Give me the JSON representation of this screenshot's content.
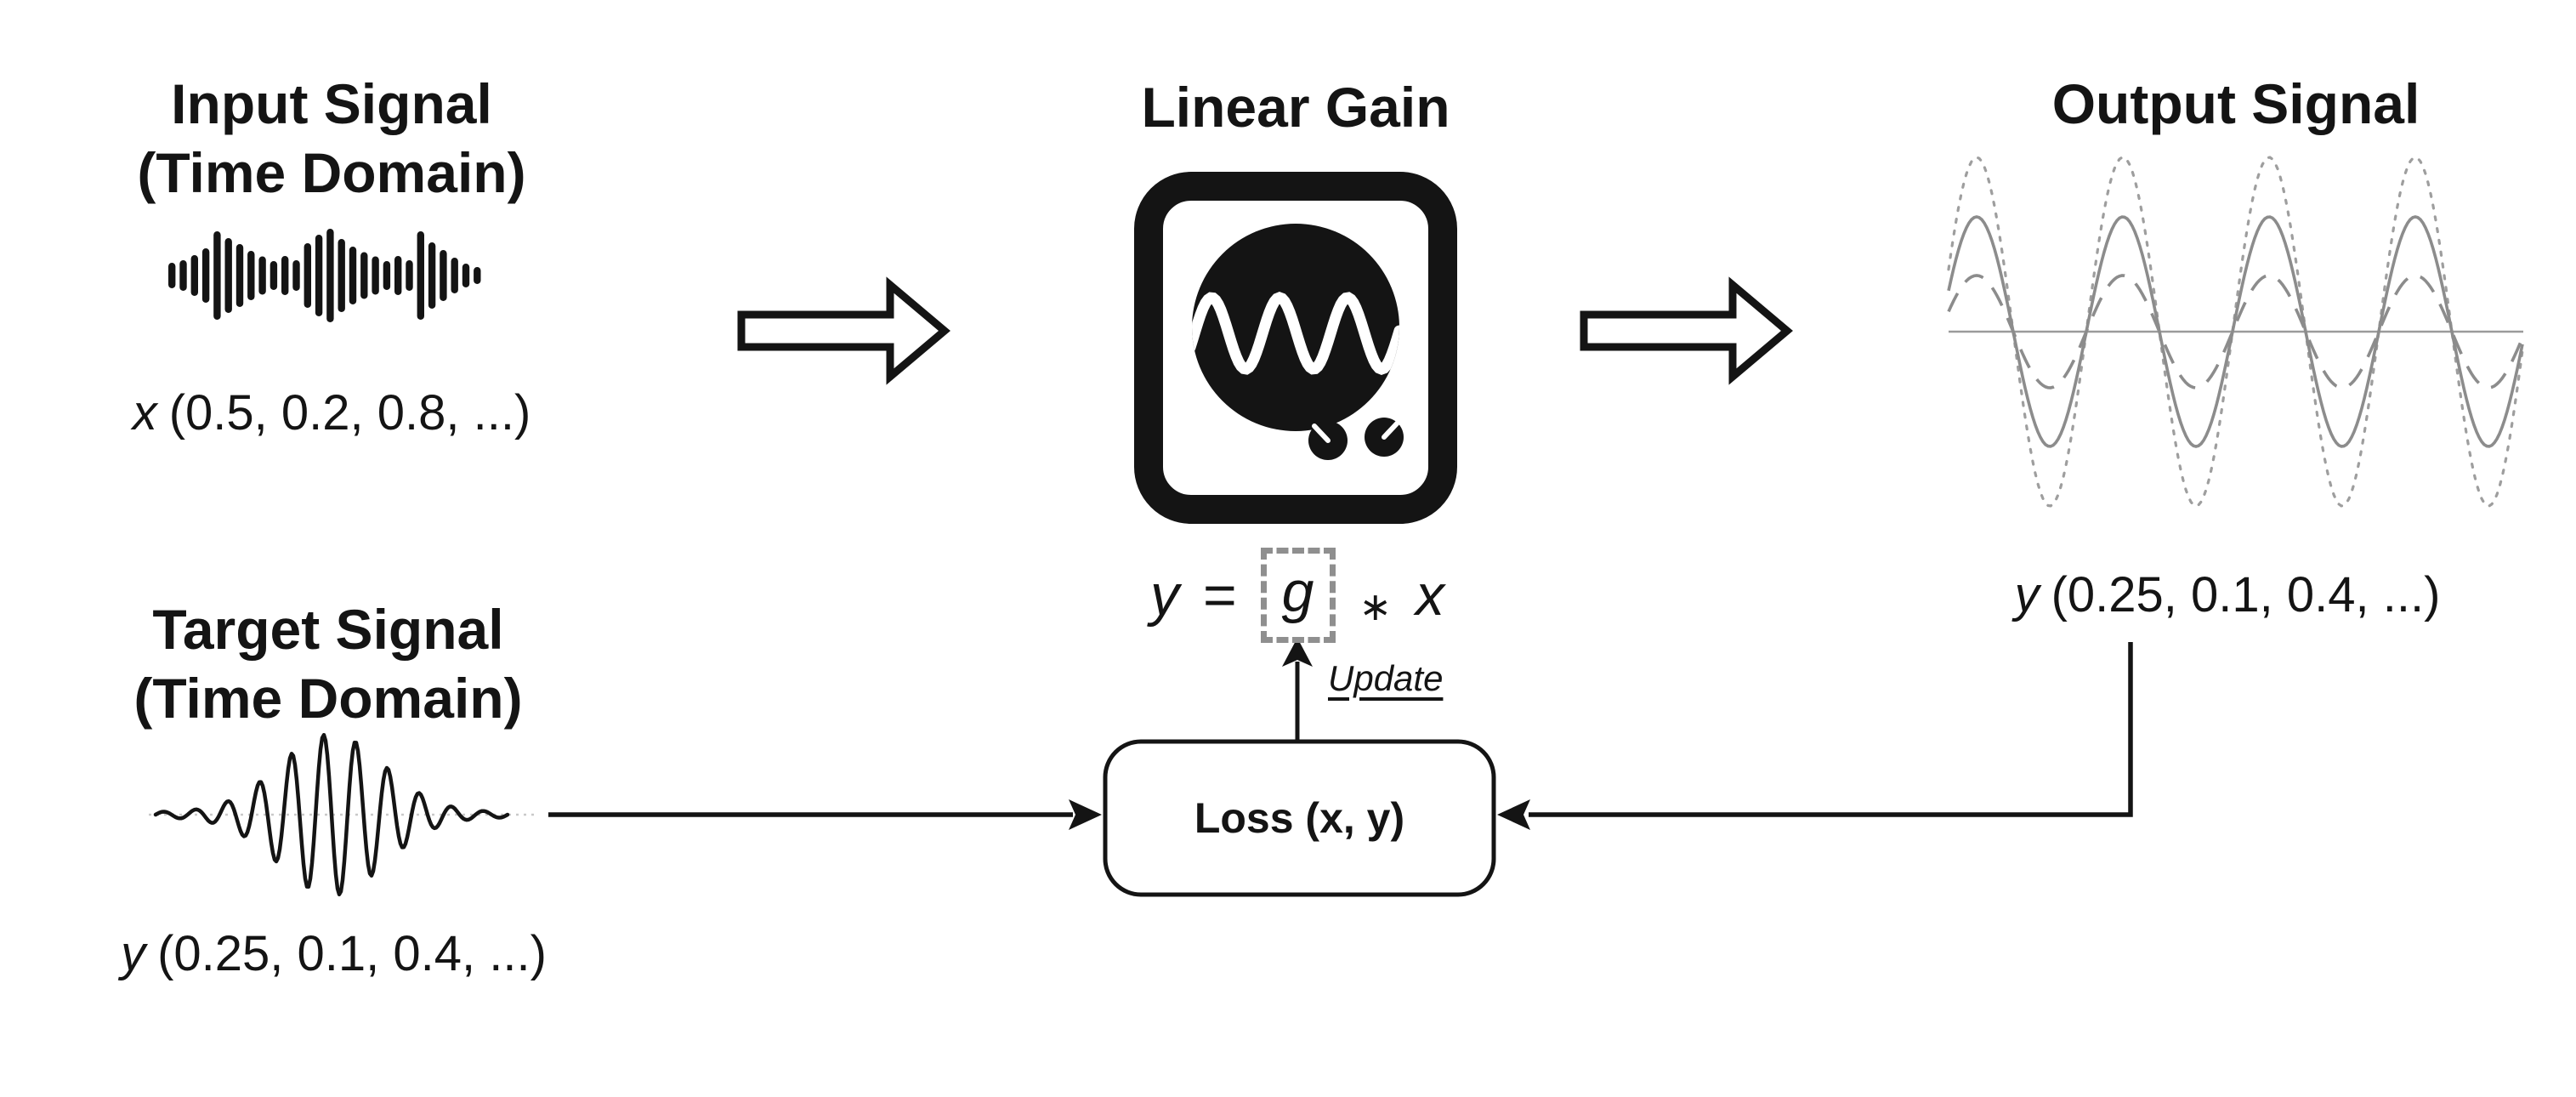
{
  "input": {
    "title_line1": "Input Signal",
    "title_line2": "(Time Domain)",
    "label_var": "x",
    "label_values": "(0.5, 0.2, 0.8, ...)"
  },
  "gain": {
    "title": "Linear Gain",
    "formula": {
      "lhs": "y",
      "eq": "=",
      "param": "g",
      "op": "∗",
      "rhs": "x"
    },
    "update_label": "Update"
  },
  "loss": {
    "label": "Loss (x, y)"
  },
  "output": {
    "title": "Output Signal",
    "label_var": "y",
    "label_values": "(0.25, 0.1, 0.4, ...)"
  },
  "target": {
    "title_line1": "Target Signal",
    "title_line2": "(Time Domain)",
    "label_var": "y",
    "label_values": "(0.25, 0.1, 0.4, ...)"
  },
  "colors": {
    "ink": "#141414",
    "wave_gray": "#8c8c8c",
    "wave_dotted_gray": "#9e9e9e",
    "axis_gray": "#9b9b9b",
    "dash_box_gray": "#8f8f8f",
    "target_baseline_gray": "#c9c9c9"
  },
  "waveforms": {
    "input_bars": [
      30,
      36,
      48,
      64,
      104,
      88,
      74,
      58,
      45,
      34,
      46,
      36,
      76,
      96,
      110,
      86,
      68,
      55,
      45,
      34,
      46,
      36,
      104,
      78,
      60,
      42,
      28,
      20
    ],
    "gain_icon": {
      "cycles": 3.1,
      "amplitude": 42
    },
    "target": {
      "cycles": 11,
      "peak_amplitude": 92
    },
    "output": {
      "cycles": 3.95,
      "series": [
        {
          "style": "dotted",
          "amplitude": 205
        },
        {
          "style": "solid",
          "amplitude": 135
        },
        {
          "style": "dashed",
          "amplitude": 66
        }
      ]
    }
  }
}
